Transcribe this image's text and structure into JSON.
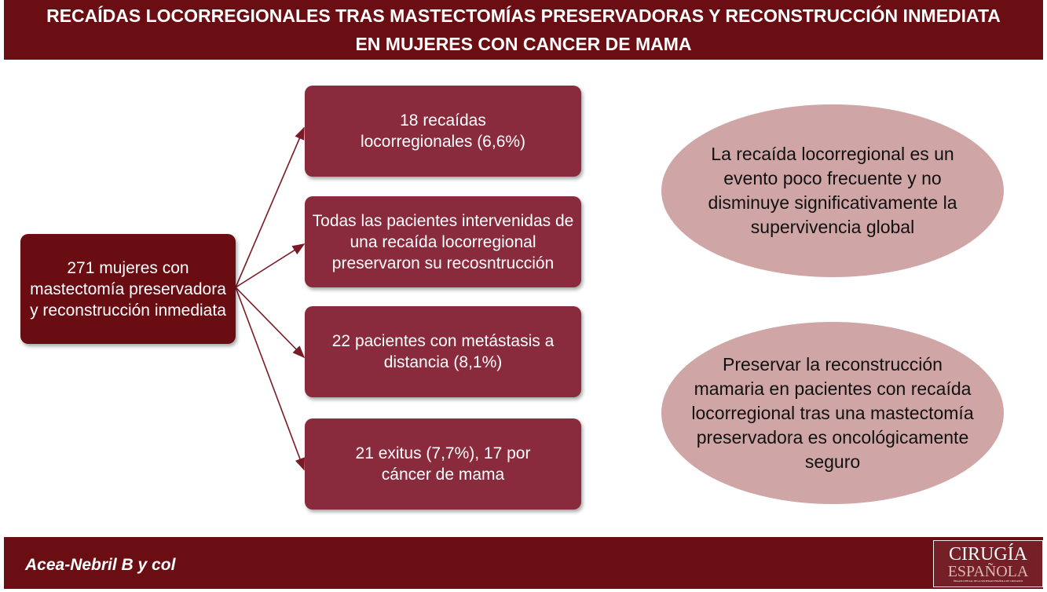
{
  "title": "RECAÍDAS LOCORREGIONALES TRAS MASTECTOMÍAS PRESERVADORAS Y RECONSTRUCCIÓN INMEDIATA EN MUJERES CON CANCER DE MAMA",
  "source_box": "271 mujeres con mastectomía preservadora y reconstrucción inmediata",
  "outcomes": [
    "18 recaídas locorregionales (6,6%)",
    "Todas las pacientes intervenidas de una recaída locorregional preservaron su recosntrucción",
    "22 pacientes con metástasis a distancia (8,1%)",
    "21 exitus (7,7%), 17 por cáncer de mama"
  ],
  "conclusions": [
    "La recaída locorregional es un evento poco frecuente y no disminuye significativamente la supervivencia global",
    "Preservar la reconstrucción mamaria en pacientes con recaída locorregional tras una mastectomía preservadora es oncológicamente seguro"
  ],
  "footer": {
    "author": "Acea-Nebril B y col",
    "logo_line1": "CIRUGÍA",
    "logo_line2": "ESPAÑOLA",
    "logo_tagline": "ÓRGANO OFICIAL DE LA SOCIEDAD ESPAÑOLA DE CIRUJANOS"
  },
  "colors": {
    "header": "#6b0e13",
    "box": "#8a2a3d",
    "ellipse": "#d0a5a5"
  }
}
